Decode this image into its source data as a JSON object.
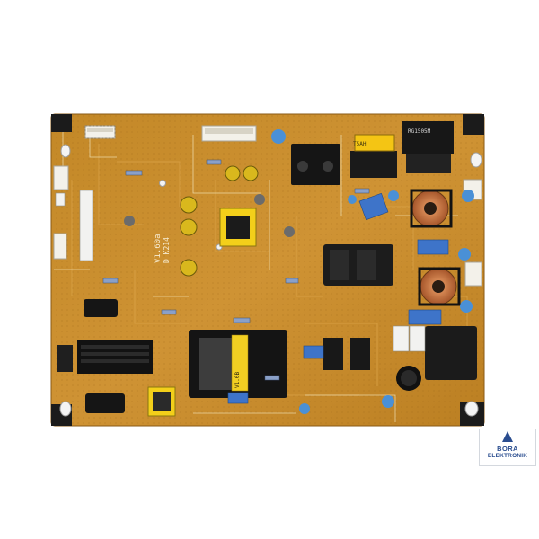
{
  "photo": {
    "subject": "power supply printed circuit board",
    "background_color": "#ffffff",
    "board_color": "#c98d2c"
  },
  "board_text": {
    "version": "V1.60a",
    "revision": "D  K214",
    "bridge": "RG1505M",
    "fuse": "T5AH",
    "relay": "V1.6B"
  },
  "logo": {
    "line1": "BORA",
    "line2": "ELEKTRONIK",
    "color": "#2a4d8f"
  }
}
